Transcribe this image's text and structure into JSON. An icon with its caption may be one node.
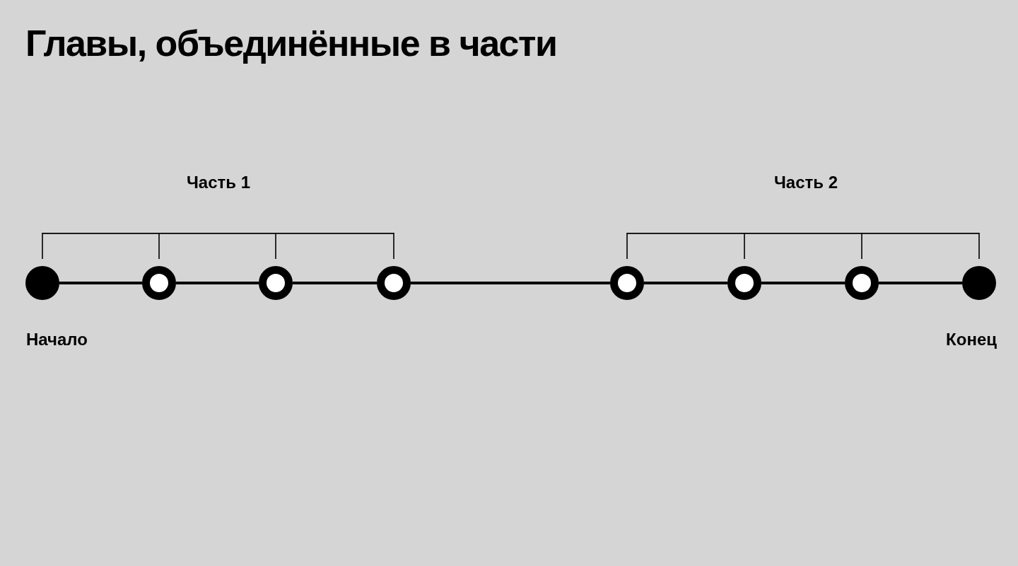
{
  "diagram": {
    "title": "Главы, объединённые в части",
    "nodes": [
      {
        "text": [],
        "shape": "circle",
        "beside": [
          "Начало"
        ]
      },
      {
        "text": [],
        "shape": "circle"
      },
      {
        "text": [],
        "shape": "circle"
      },
      {
        "text": [],
        "shape": "circle"
      },
      {
        "text": [],
        "shape": "circle"
      },
      {
        "text": [],
        "shape": "circle"
      },
      {
        "text": [],
        "shape": "circle"
      },
      {
        "text": [],
        "shape": "circle",
        "beside": [
          "Конец"
        ]
      }
    ],
    "edges": [
      {
        "from": 0,
        "to": 1,
        "arrow": "none"
      },
      {
        "from": 1,
        "to": 2,
        "arrow": "none"
      },
      {
        "from": 2,
        "to": 3,
        "arrow": "none"
      },
      {
        "from": 3,
        "to": 4,
        "arrow": "none"
      },
      {
        "from": 4,
        "to": 5,
        "arrow": "none"
      },
      {
        "from": 5,
        "to": 6,
        "arrow": "none"
      },
      {
        "from": 6,
        "to": 7,
        "arrow": "none"
      }
    ],
    "labels": [
      "Часть 1",
      "Часть 2"
    ]
  }
}
